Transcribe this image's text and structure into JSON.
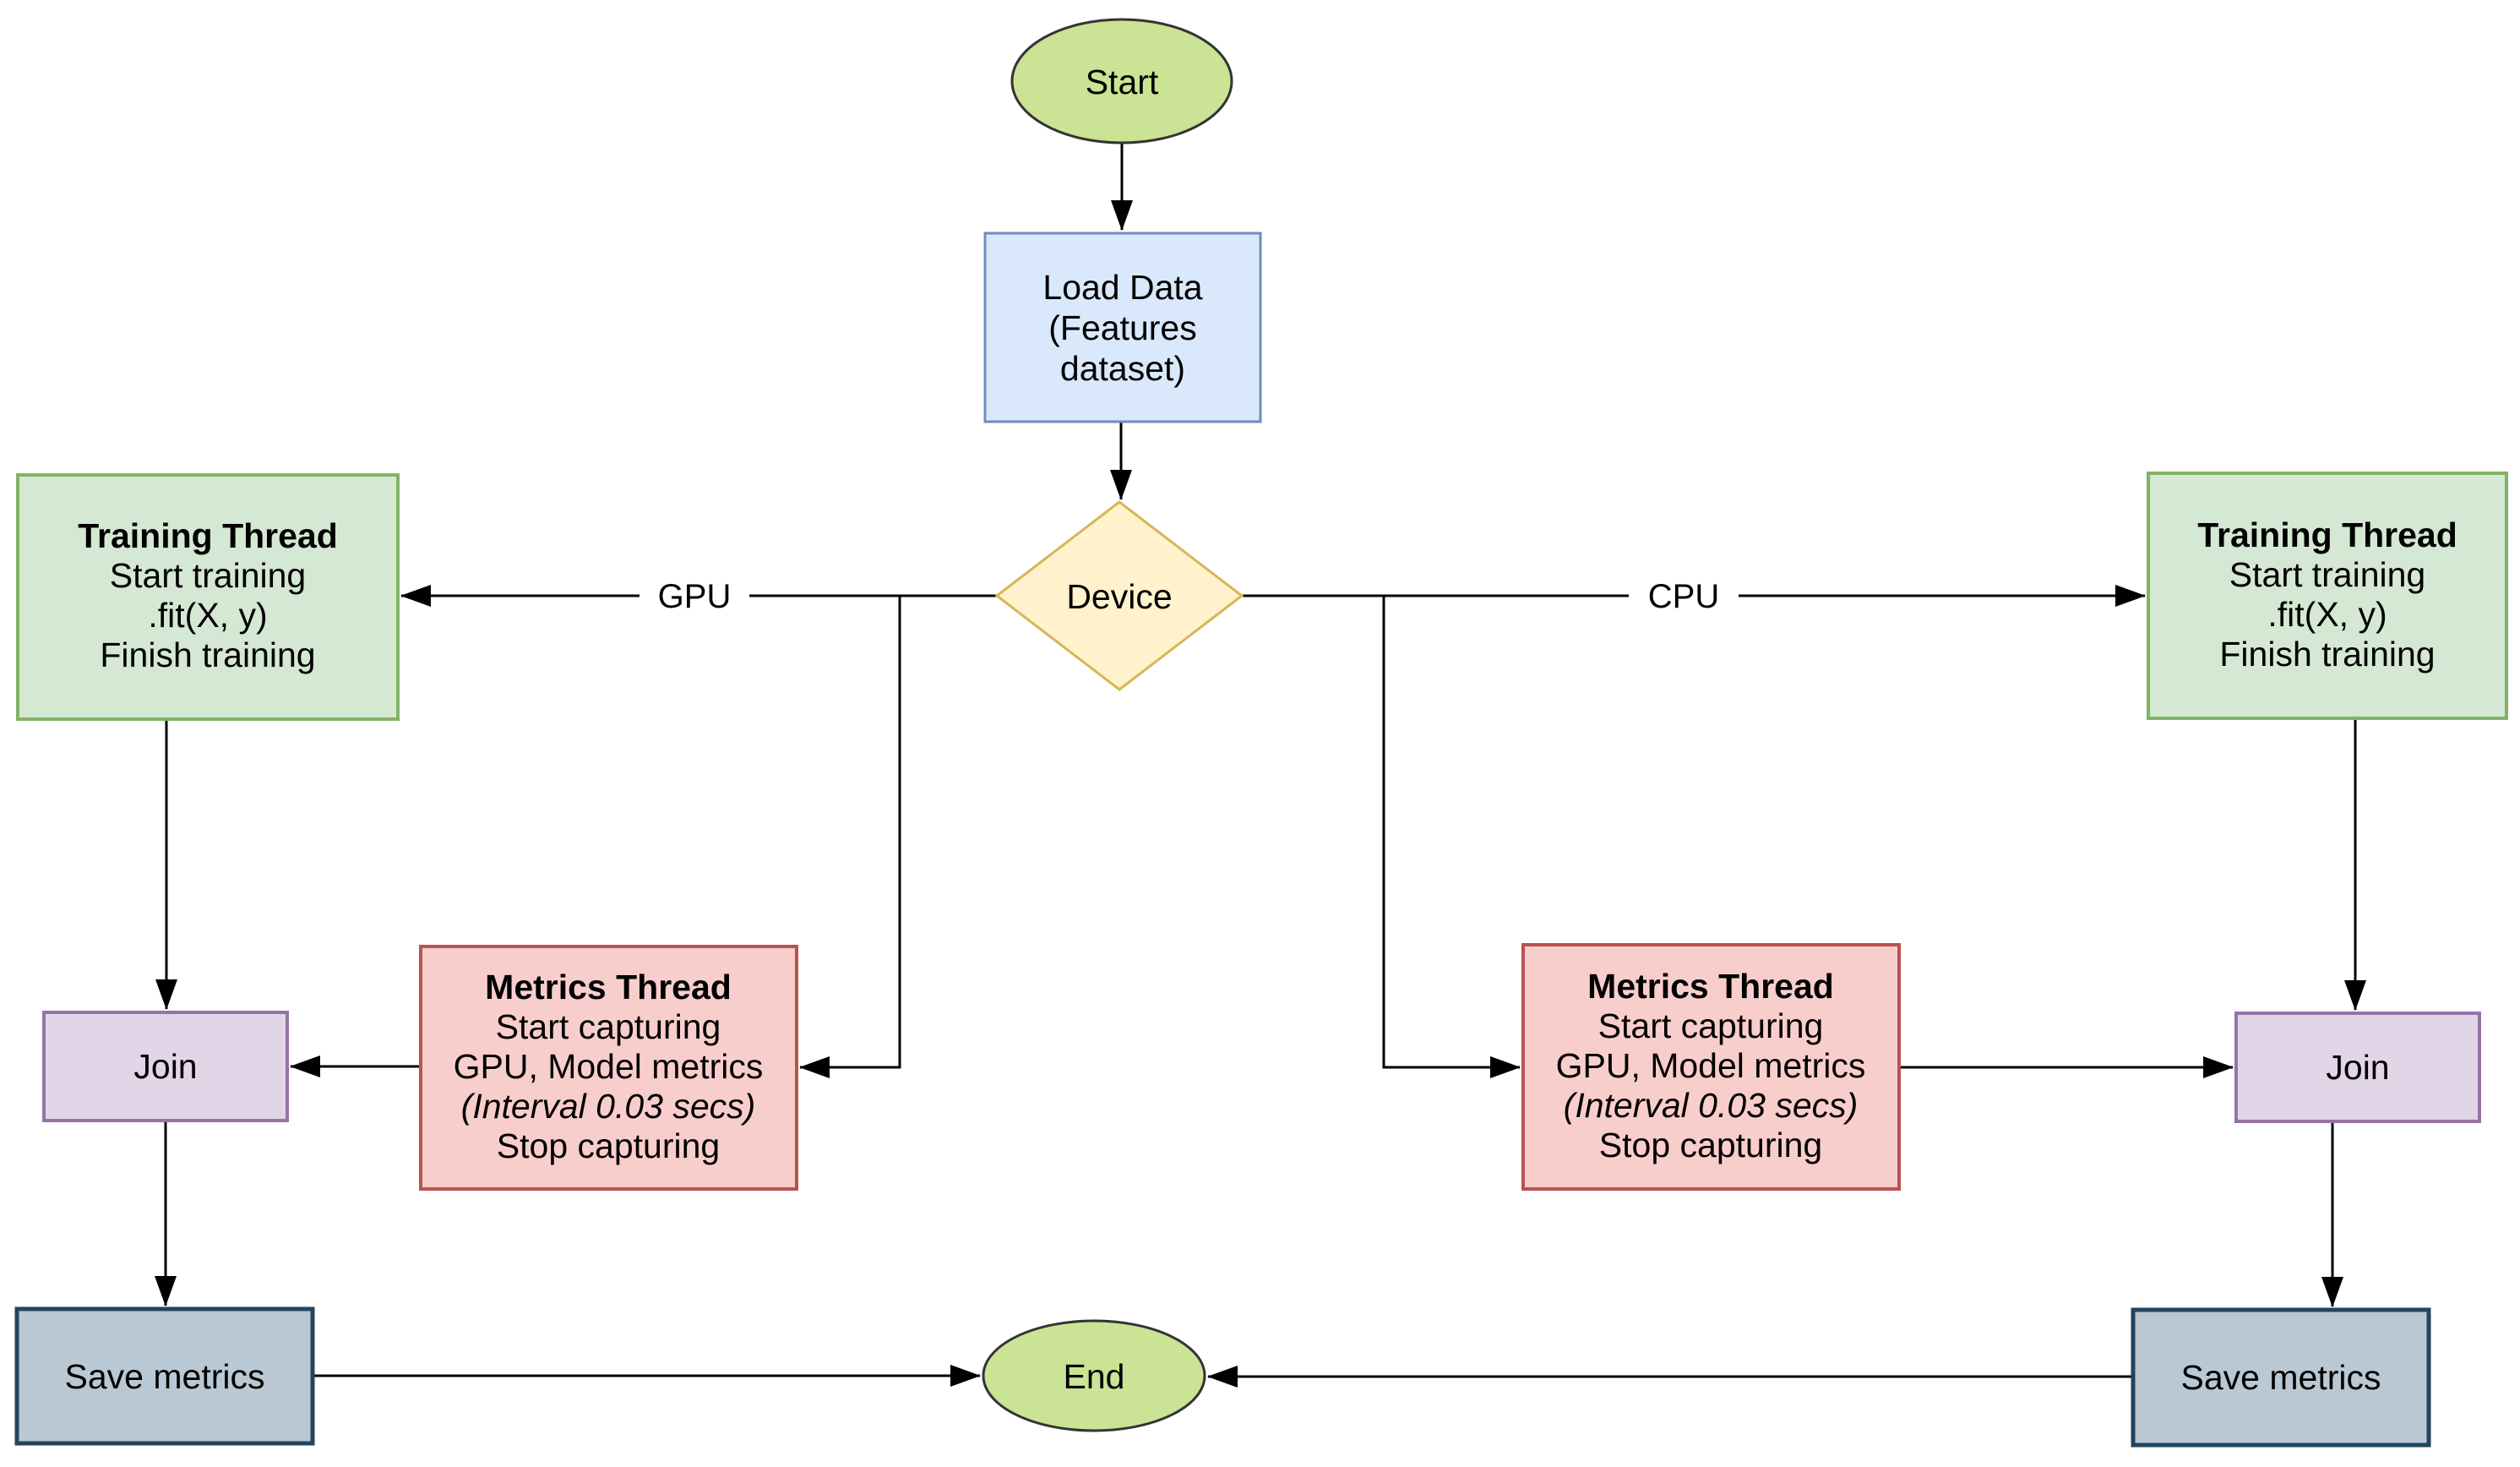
{
  "diagram": {
    "background": "#ffffff",
    "line_color": "#000000",
    "edge_labels": {
      "gpu": "GPU",
      "cpu": "CPU"
    },
    "nodes": {
      "start": {
        "label": "Start",
        "fill": "#cae394",
        "stroke": "#333333"
      },
      "load_data": {
        "lines": [
          "Load Data",
          "(Features",
          "dataset)"
        ],
        "fill": "#dae8fc",
        "stroke": "#6c8ebf"
      },
      "device": {
        "label": "Device",
        "fill": "#fff2cc",
        "stroke": "#d6b656"
      },
      "training_left": {
        "lines": [
          "Training Thread",
          "Start training",
          ".fit(X, y)",
          "Finish training"
        ],
        "fill": "#d5e8d4",
        "stroke": "#82b366"
      },
      "training_right": {
        "lines": [
          "Training Thread",
          "Start training",
          ".fit(X, y)",
          "Finish training"
        ],
        "fill": "#d5e8d4",
        "stroke": "#82b366"
      },
      "metrics_left": {
        "lines": [
          "Metrics Thread",
          "Start capturing",
          "GPU, Model metrics",
          "(Interval 0.03 secs)",
          "Stop capturing"
        ],
        "fill": "#f8cecc",
        "stroke": "#b85450"
      },
      "metrics_right": {
        "lines": [
          "Metrics Thread",
          "Start capturing",
          "GPU, Model metrics",
          "(Interval 0.03 secs)",
          "Stop capturing"
        ],
        "fill": "#f8cecc",
        "stroke": "#b85450"
      },
      "join_left": {
        "label": "Join",
        "fill": "#e1d5e7",
        "stroke": "#9673a6"
      },
      "join_right": {
        "label": "Join",
        "fill": "#e1d5e7",
        "stroke": "#9673a6"
      },
      "save_left": {
        "label": "Save metrics",
        "fill": "#bac8d3",
        "stroke": "#23445d"
      },
      "save_right": {
        "label": "Save metrics",
        "fill": "#bac8d3",
        "stroke": "#23445d"
      },
      "end": {
        "label": "End",
        "fill": "#cae394",
        "stroke": "#333333"
      }
    }
  }
}
